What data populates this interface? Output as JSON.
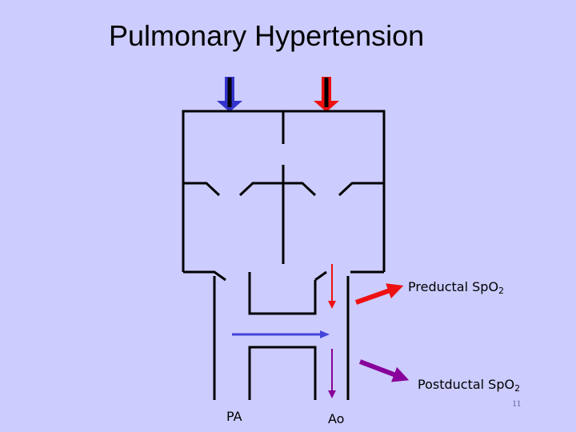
{
  "slide": {
    "title": "Pulmonary Hypertension",
    "page_number": "11"
  },
  "labels": {
    "preductal_main": "Preductal Sp",
    "preductal_sub": "O2",
    "postductal_main": "Postductal Sp",
    "postductal_sub": "O2",
    "pa": "PA",
    "ao": "Ao"
  },
  "colors": {
    "background": "#ccccff",
    "deoxygenated": "#3333cc",
    "oxygenated": "#ee1111",
    "mixed": "#880099",
    "shunt": "#4444dd",
    "lines": "#000000"
  }
}
